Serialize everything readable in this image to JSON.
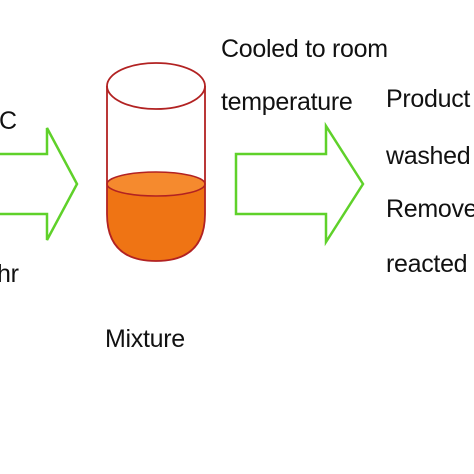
{
  "left_step": {
    "condition_line1": "C",
    "condition_line2": "hr"
  },
  "vessel": {
    "label": "Mixture"
  },
  "middle_step": {
    "line1": "Cooled to room",
    "line2": "temperature"
  },
  "right_step": {
    "line1": "Product is",
    "line2": "washed to",
    "line3": "Remove n",
    "line4": "reacted po"
  },
  "colors": {
    "arrow_stroke": "#5fd12a",
    "beaker_outline": "#b22222",
    "liquid_fill": "#ef7414",
    "liquid_top": "#f58a2e",
    "text": "#111111"
  },
  "icons": {
    "arrows": "block-arrow-right",
    "vessel": "test-tube-beaker"
  }
}
